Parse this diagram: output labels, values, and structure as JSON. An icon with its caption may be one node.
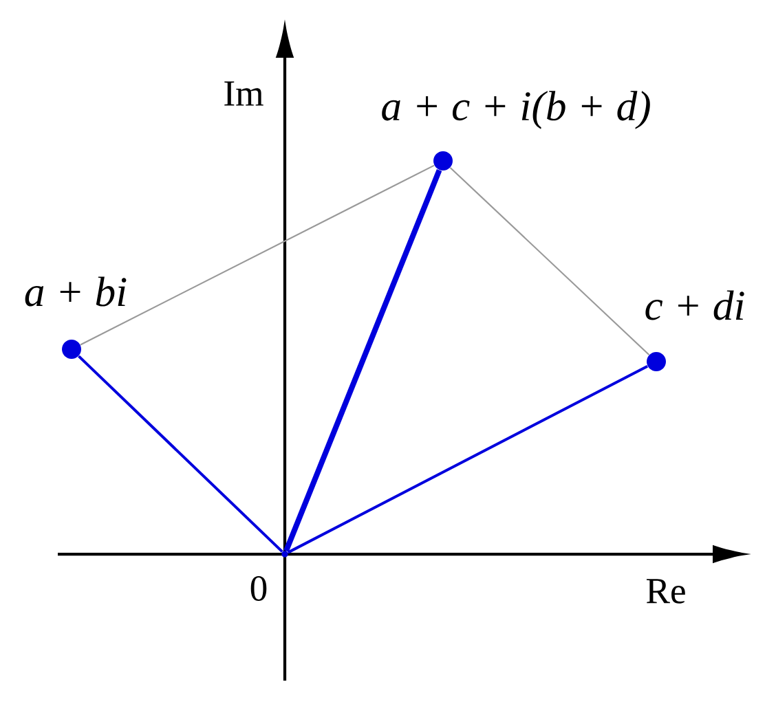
{
  "diagram": {
    "nodes": [
      {
        "text": [],
        "shape": "point",
        "beside": [
          "0"
        ]
      },
      {
        "text": [],
        "shape": "circle",
        "beside": [
          "a + bi"
        ]
      },
      {
        "text": [],
        "shape": "circle",
        "beside": [
          "a + c + i(b + d)"
        ]
      },
      {
        "text": [],
        "shape": "circle",
        "beside": [
          "c + di"
        ]
      }
    ],
    "edges": [
      {
        "from": 0,
        "to": 1,
        "arrow": "none"
      },
      {
        "from": 0,
        "to": 2,
        "arrow": "none",
        "style": "thick"
      },
      {
        "from": 0,
        "to": 3,
        "arrow": "none"
      },
      {
        "from": 1,
        "to": 2,
        "arrow": "none",
        "color": "#999999"
      },
      {
        "from": 2,
        "to": 3,
        "arrow": "none",
        "color": "#999999"
      }
    ],
    "labels": [
      "Im",
      "Re"
    ]
  }
}
